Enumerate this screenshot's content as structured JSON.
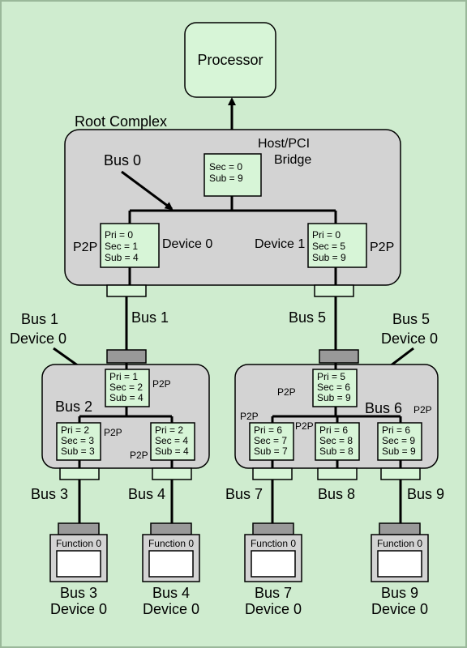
{
  "processor": "Processor",
  "root_complex": "Root Complex",
  "host_bridge": {
    "label_line1": "Host/PCI",
    "label_line2": "Bridge",
    "sec": "Sec = 0",
    "sub": "Sub = 9"
  },
  "bus0_label": "Bus 0",
  "p2p_left": {
    "pri": "Pri = 0",
    "sec": "Sec = 1",
    "sub": "Sub = 4",
    "p2p": "P2P",
    "device": "Device 0"
  },
  "p2p_right": {
    "pri": "Pri = 0",
    "sec": "Sec = 5",
    "sub": "Sub = 9",
    "p2p": "P2P",
    "device": "Device 1"
  },
  "bus1_label": "Bus 1",
  "bus5_label": "Bus 5",
  "left_callout": {
    "line1": "Bus 1",
    "line2": "Device 0"
  },
  "right_callout": {
    "line1": "Bus 5",
    "line2": "Device 0"
  },
  "left_switch": {
    "up": {
      "pri": "Pri = 1",
      "sec": "Sec = 2",
      "sub": "Sub = 4",
      "p2p": "P2P"
    },
    "bus_label": "Bus 2",
    "down_a": {
      "pri": "Pri = 2",
      "sec": "Sec = 3",
      "sub": "Sub = 3",
      "p2p": "P2P"
    },
    "down_b": {
      "pri": "Pri = 2",
      "sec": "Sec = 4",
      "sub": "Sub = 4",
      "p2p": "P2P"
    }
  },
  "right_switch": {
    "up": {
      "pri": "Pri = 5",
      "sec": "Sec = 6",
      "sub": "Sub = 9",
      "p2p": "P2P"
    },
    "bus_label": "Bus 6",
    "down_a": {
      "pri": "Pri = 6",
      "sec": "Sec = 7",
      "sub": "Sub = 7",
      "p2p": "P2P"
    },
    "down_b": {
      "pri": "Pri = 6",
      "sec": "Sec = 8",
      "sub": "Sub = 8",
      "p2p": "P2P"
    },
    "down_c": {
      "pri": "Pri = 6",
      "sec": "Sec = 9",
      "sub": "Sub = 9",
      "p2p": "P2P"
    }
  },
  "bus_labels": {
    "bus3": "Bus 3",
    "bus4": "Bus 4",
    "bus7": "Bus 7",
    "bus8": "Bus 8",
    "bus9": "Bus 9"
  },
  "endpoints": [
    {
      "function": "Function 0",
      "bus": "Bus 3",
      "device": "Device 0"
    },
    {
      "function": "Function 0",
      "bus": "Bus 4",
      "device": "Device 0"
    },
    {
      "function": "Function 0",
      "bus": "Bus 7",
      "device": "Device 0"
    },
    {
      "function": "Function 0",
      "bus": "Bus 9",
      "device": "Device 0"
    }
  ],
  "colors": {
    "background": "#cfeccf",
    "container": "#d3d3d3",
    "box": "#d7f5d7",
    "port": "#999999",
    "line": "#000000"
  }
}
